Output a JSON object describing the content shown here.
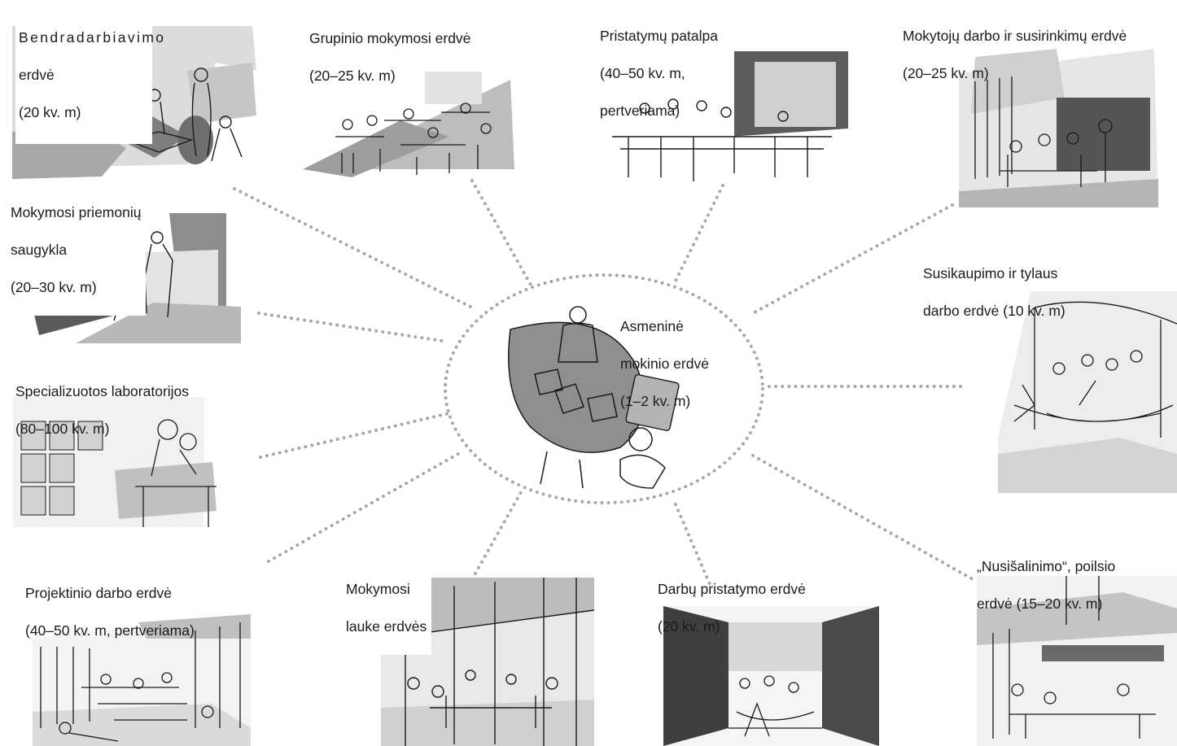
{
  "center": {
    "lines": [
      "Asmeninė",
      "mokinio erdvė",
      "(1–2 kv. m)"
    ]
  },
  "spaces": [
    {
      "id": "collaboration",
      "lines": [
        "Bendradarbiavimo",
        "erdvė",
        "(20 kv. m)"
      ]
    },
    {
      "id": "group-learning",
      "lines": [
        "Grupinio mokymosi erdvė",
        "(20–25 kv. m)"
      ]
    },
    {
      "id": "presentation-room",
      "lines": [
        "Pristatymų patalpa",
        "(40–50 kv. m,",
        "pertveriama)"
      ]
    },
    {
      "id": "teachers-room",
      "lines": [
        "Mokytojų darbo ir susirinkimų erdvė",
        "(20–25 kv. m)"
      ]
    },
    {
      "id": "storage",
      "lines": [
        "Mokymosi priemonių",
        "saugykla",
        "(20–30 kv. m)"
      ]
    },
    {
      "id": "quiet-work",
      "lines": [
        "Susikaupimo ir tylaus",
        "darbo erdvė (10 kv. m)"
      ]
    },
    {
      "id": "labs",
      "lines": [
        "Specializuotos laboratorijos",
        "(80–100 kv. m)"
      ]
    },
    {
      "id": "project-work",
      "lines": [
        "Projektinio darbo erdvė",
        "(40–50 kv. m, pertveriama)"
      ]
    },
    {
      "id": "outdoor",
      "lines": [
        "Mokymosi",
        "lauke erdvės"
      ]
    },
    {
      "id": "work-display",
      "lines": [
        "Darbų pristatymo erdvė",
        "(20 kv. m)"
      ]
    },
    {
      "id": "retreat",
      "lines": [
        "„Nusišalinimo“, poilsio",
        "erdvė (15–20 kv. m)"
      ]
    }
  ],
  "colors": {
    "connector": "#a8a8a8",
    "ink": "#1a1a1a",
    "shade": "#8a8a8a",
    "light_shade": "#c9c9c9"
  }
}
